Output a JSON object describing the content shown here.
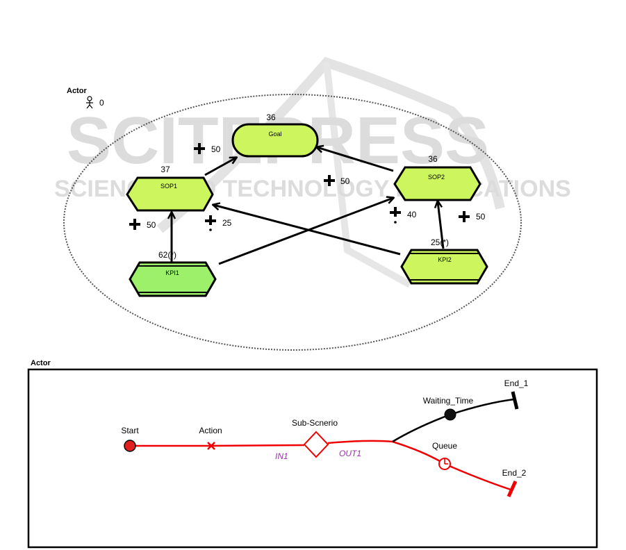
{
  "watermark": {
    "main": "SCITEPRESS",
    "sub": "SCIENCE AND TECHNOLOGY PUBLICATIONS"
  },
  "goal_model": {
    "actor": {
      "label": "Actor",
      "score": "0"
    },
    "goal": {
      "label": "Goal",
      "score": "36"
    },
    "sop1": {
      "label": "SOP1",
      "score": "37"
    },
    "sop2": {
      "label": "SOP2",
      "score": "36"
    },
    "kpi1": {
      "label": "KPI1",
      "score": "62(*)"
    },
    "kpi2": {
      "label": "KPI2",
      "score": "25(*)"
    },
    "contributions": {
      "sop1_goal": "50",
      "sop2_goal": "50",
      "kpi1_sop1": "50",
      "kpi2_sop1": "25",
      "kpi1_sop2": "40",
      "kpi2_sop2": "50"
    }
  },
  "scenario_model": {
    "actor": "Actor",
    "start": "Start",
    "action": "Action",
    "stub": "Sub-Scnerio",
    "in_port": "IN1",
    "out_port": "OUT1",
    "waiting": "Waiting_Time",
    "queue": "Queue",
    "end1": "End_1",
    "end2": "End_2"
  },
  "colors": {
    "intention": "#ccf55e",
    "kpi": "#9cf06a",
    "path": "#f00000"
  }
}
